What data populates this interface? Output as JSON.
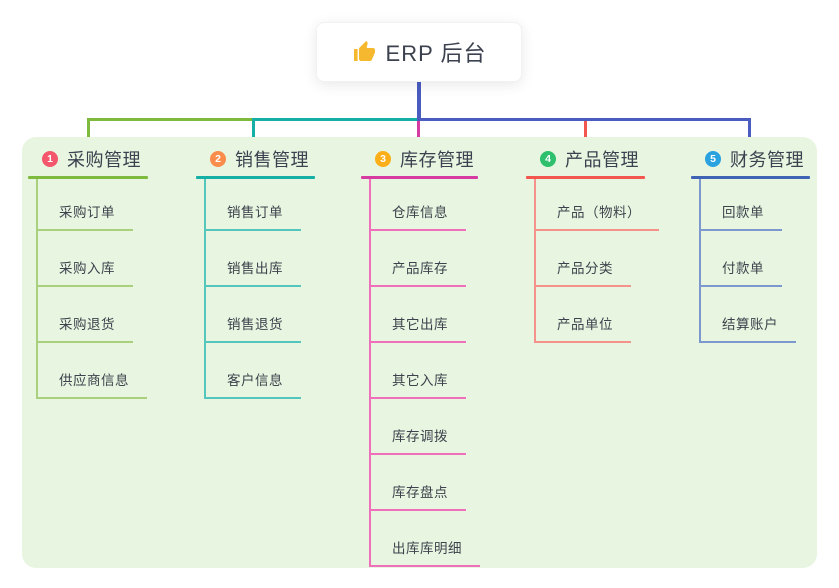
{
  "root": {
    "icon": "thumbs-up",
    "title": "ERP 后台"
  },
  "colors": {
    "connector": "#4a5cc0",
    "panel_bg": "#e8f6e1",
    "canvas_bg": "#ffffff",
    "text": "#3b414e",
    "thumb": "#f5b82e"
  },
  "branches": [
    {
      "number": "1",
      "label": "采购管理",
      "badge_color": "#f4566b",
      "line_color": "#7eba3d",
      "child_line_color": "#a9d07c",
      "children": [
        "采购订单",
        "采购入库",
        "采购退货",
        "供应商信息"
      ]
    },
    {
      "number": "2",
      "label": "销售管理",
      "badge_color": "#fa8c4c",
      "line_color": "#14b0a6",
      "child_line_color": "#55c6bb",
      "children": [
        "销售订单",
        "销售出库",
        "销售退货",
        "客户信息"
      ]
    },
    {
      "number": "3",
      "label": "库存管理",
      "badge_color": "#fbae17",
      "line_color": "#d63ba2",
      "child_line_color": "#ef6fbb",
      "children": [
        "仓库信息",
        "产品库存",
        "其它出库",
        "其它入库",
        "库存调拨",
        "库存盘点",
        "出库库明细"
      ]
    },
    {
      "number": "4",
      "label": "产品管理",
      "badge_color": "#2ec06c",
      "line_color": "#f2564f",
      "child_line_color": "#f5928c",
      "children": [
        "产品（物料）",
        "产品分类",
        "产品单位"
      ]
    },
    {
      "number": "5",
      "label": "财务管理",
      "badge_color": "#2aa2e0",
      "line_color": "#3f63b5",
      "child_line_color": "#7d97cf",
      "children": [
        "回款单",
        "付款单",
        "结算账户"
      ]
    }
  ]
}
